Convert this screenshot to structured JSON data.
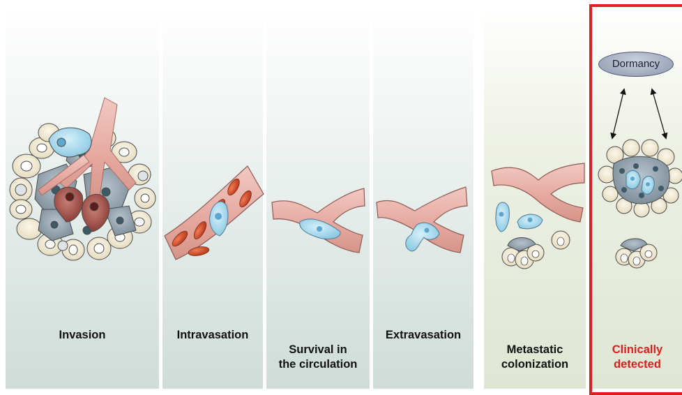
{
  "stages": [
    {
      "label": "Invasion"
    },
    {
      "label": "Intravasation"
    },
    {
      "label": "Survival in\nthe circulation"
    },
    {
      "label": "Extravasation"
    },
    {
      "label": "Metastatic\ncolonization"
    },
    {
      "label": "Clinically\ndetected"
    }
  ],
  "dormancy": {
    "label": "Dormancy"
  },
  "colors": {
    "highlight": "#e01e24",
    "vessel": "#e8b4ad",
    "tumor_cell": "#a8d8ea",
    "rbc": "#d24a2a"
  }
}
